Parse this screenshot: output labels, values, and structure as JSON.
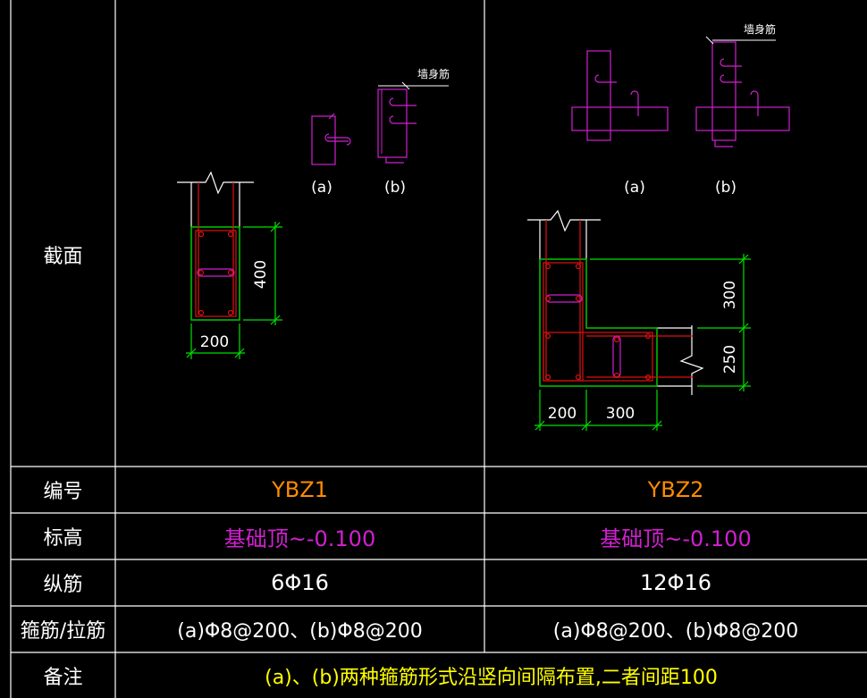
{
  "table": {
    "headers": {
      "section": "截面",
      "id": "编号",
      "elevation": "标高",
      "longitudinal": "纵筋",
      "stirrup": "箍筋/拉筋",
      "remark": "备注"
    },
    "columns": [
      {
        "id": "YBZ1",
        "elevation": "基础顶~-0.100",
        "longitudinal": "6Φ16",
        "stirrup": "(a)Φ8@200、(b)Φ8@200"
      },
      {
        "id": "YBZ2",
        "elevation": "基础顶~-0.100",
        "longitudinal": "12Φ16",
        "stirrup": "(a)Φ8@200、(b)Φ8@200"
      }
    ],
    "remark": "(a)、(b)两种箍筋形式沿竖向间隔布置,二者间距100"
  },
  "drawings": {
    "ybz1": {
      "dim_height": "400",
      "dim_width": "200",
      "label_a": "(a)",
      "label_b": "(b)",
      "wall_bar_label": "墙身筋"
    },
    "ybz2": {
      "dim_top": "300",
      "dim_bottom": "250",
      "dim_left": "200",
      "dim_right": "300",
      "label_a": "(a)",
      "label_b": "(b)",
      "wall_bar_label": "墙身筋"
    }
  },
  "colors": {
    "grid": "#ffffff",
    "concrete_outline": "#00c800",
    "rebar": "#e01010",
    "stirrup_detail": "#d020d0",
    "dimension": "#00e000",
    "id_text": "#ff8c00",
    "elevation_text": "#d020d0",
    "remark_text": "#ffff00"
  }
}
